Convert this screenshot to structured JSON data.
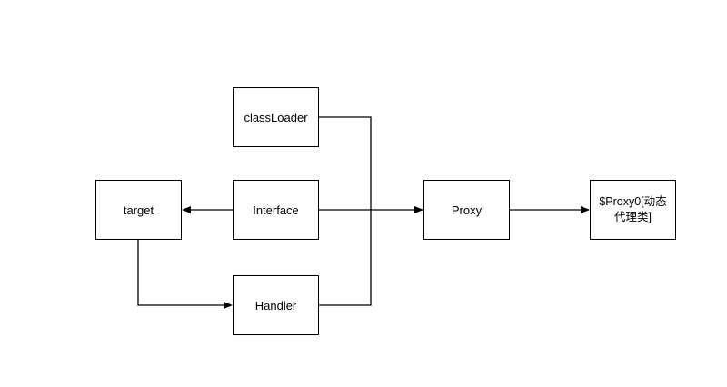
{
  "nodes": {
    "classloader": "classLoader",
    "target": "target",
    "interface": "Interface",
    "handler": "Handler",
    "proxy": "Proxy",
    "result": "$Proxy0[动态代理类]"
  },
  "colors": {
    "line": "#000000",
    "box_border": "#000000",
    "background": "#ffffff"
  }
}
